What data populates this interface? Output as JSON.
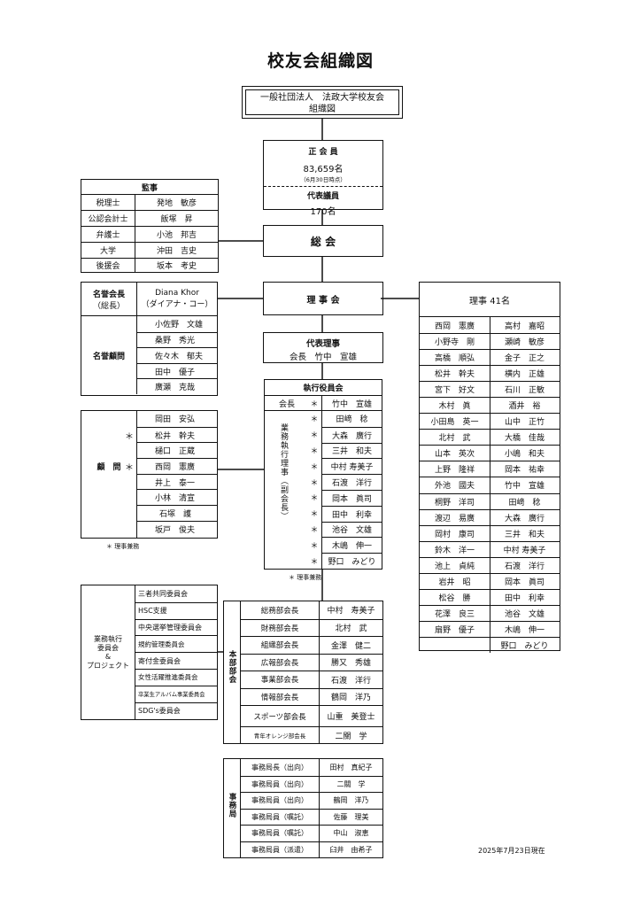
{
  "title": "校友会組織図",
  "header_box": {
    "line1": "一般社団法人　法政大学校友会",
    "line2": "組織図"
  },
  "members": {
    "label": "正 会 員",
    "count": "83,659名",
    "note": "（6月30日時点）",
    "rep_label": "代表議員",
    "rep_count": "170名"
  },
  "general_assembly": "総 会",
  "board": "理 事 会",
  "auditors": {
    "header": "監事",
    "rows": [
      {
        "role": "税理士",
        "name": "発地　敏彦"
      },
      {
        "role": "公認会計士",
        "name": "飯塚　昇"
      },
      {
        "role": "弁護士",
        "name": "小池　邦吉"
      },
      {
        "role": "大学",
        "name": "沖田　吉史"
      },
      {
        "role": "後援会",
        "name": "坂本　考史"
      }
    ]
  },
  "honorary_president": {
    "role": "名誉会長",
    "role_sub": "（総長）",
    "name": "Diana Khor",
    "name_sub": "（ダイアナ・コー）"
  },
  "honorary_advisors": {
    "label": "名誉顧問",
    "names": [
      "小佐野　文雄",
      "桑野　秀光",
      "佐々木　郁夫",
      "田中　優子",
      "廣瀬　克哉"
    ]
  },
  "advisors": {
    "label": "顧　問",
    "rows": [
      {
        "star": "",
        "name": "岡田　安弘"
      },
      {
        "star": "＊",
        "name": "松井　幹夫"
      },
      {
        "star": "",
        "name": "樋口　正蔵"
      },
      {
        "star": "＊",
        "name": "西岡　憲廣"
      },
      {
        "star": "",
        "name": "井上　泰一"
      },
      {
        "star": "",
        "name": "小林　清宣"
      },
      {
        "star": "",
        "name": "石塚　護"
      },
      {
        "star": "",
        "name": "坂戸　俊夫"
      }
    ],
    "note": "＊ 理事兼務"
  },
  "rep_director": {
    "label": "代表理事",
    "name": "会長　竹中　宣雄"
  },
  "exec": {
    "header": "執行役員会",
    "president_role": "会長",
    "president_star": "＊",
    "president_name": "竹中　宣雄",
    "vp_label": "業務執行理事（副会長）",
    "rows": [
      {
        "star": "＊",
        "name": "田﨑　稔"
      },
      {
        "star": "＊",
        "name": "大森　廣行"
      },
      {
        "star": "＊",
        "name": "三井　和夫"
      },
      {
        "star": "＊",
        "name": "中村 寿美子"
      },
      {
        "star": "＊",
        "name": "石渡　洋行"
      },
      {
        "star": "＊",
        "name": "岡本　眞司"
      },
      {
        "star": "＊",
        "name": "田中　利幸"
      },
      {
        "star": "＊",
        "name": "池谷　文雄"
      },
      {
        "star": "＊",
        "name": "木嶋　伸一"
      },
      {
        "star": "＊",
        "name": "野口　みどり"
      }
    ],
    "note": "＊ 理事兼務"
  },
  "directors": {
    "header": "理事 41名",
    "rows": [
      [
        "西岡　憲廣",
        "高村　嘉昭"
      ],
      [
        "小野寺　剛",
        "瀬崎　敏彦"
      ],
      [
        "高橋　順弘",
        "金子　正之"
      ],
      [
        "松井　幹夫",
        "横内　正雄"
      ],
      [
        "宮下　好文",
        "石川　正敏"
      ],
      [
        "木村　眞",
        "酒井　裕"
      ],
      [
        "小田島　英一",
        "山中　正竹"
      ],
      [
        "北村　武",
        "大橋　佳哉"
      ],
      [
        "山本　英次",
        "小嶋　和夫"
      ],
      [
        "上野　隆祥",
        "岡本　祐幸"
      ],
      [
        "外池　國夫",
        "竹中　宣雄"
      ],
      [
        "桐野　洋司",
        "田﨑　稔"
      ],
      [
        "渡辺　易廣",
        "大森　廣行"
      ],
      [
        "岡村　康司",
        "三井　和夫"
      ],
      [
        "鈴木　洋一",
        "中村 寿美子"
      ],
      [
        "池上　貞純",
        "石渡　洋行"
      ],
      [
        "岩井　昭",
        "岡本　眞司"
      ],
      [
        "松谷　勝",
        "田中　利幸"
      ],
      [
        "花澤　良三",
        "池谷　文雄"
      ],
      [
        "扇野　優子",
        "木嶋　伸一"
      ],
      [
        "",
        "野口　みどり"
      ]
    ]
  },
  "committees": {
    "label_lines": [
      "業務執行",
      "委員会",
      "&",
      "プロジェクト"
    ],
    "items": [
      "三者共同委員会",
      "HSC支援",
      "中央選挙管理委員会",
      "規約管理委員会",
      "寄付金委員会",
      "女性活躍推進委員会",
      "卒業生アルバム事業委員会",
      "SDG's委員会"
    ]
  },
  "departments": {
    "label": "本部部会",
    "rows": [
      {
        "role": "総務部会長",
        "name": "中村　寿美子"
      },
      {
        "role": "財務部会長",
        "name": "北村　武"
      },
      {
        "role": "組織部会長",
        "name": "金澤　健二"
      },
      {
        "role": "広報部会長",
        "name": "勝又　秀雄"
      },
      {
        "role": "事業部会長",
        "name": "石渡　洋行"
      },
      {
        "role": "情報部会長",
        "name": "鶴岡　洋乃"
      },
      {
        "role": "スポーツ部会長",
        "name": "山重　美登士"
      },
      {
        "role": "青年オレンジ部会長",
        "name": "二關　学"
      }
    ]
  },
  "secretariat": {
    "label": "事務局",
    "rows": [
      {
        "role": "事務局長（出向）",
        "name": "田村　真紀子"
      },
      {
        "role": "事務局員（出向）",
        "name": "二關　学"
      },
      {
        "role": "事務局員（出向）",
        "name": "鶴岡　洋乃"
      },
      {
        "role": "事務局員（嘱託）",
        "name": "佐藤　理美"
      },
      {
        "role": "事務局員（嘱託）",
        "name": "中山　淑恵"
      },
      {
        "role": "事務局員（派遣）",
        "name": "臼井　由希子"
      }
    ]
  },
  "date": "2025年7月23日現在"
}
